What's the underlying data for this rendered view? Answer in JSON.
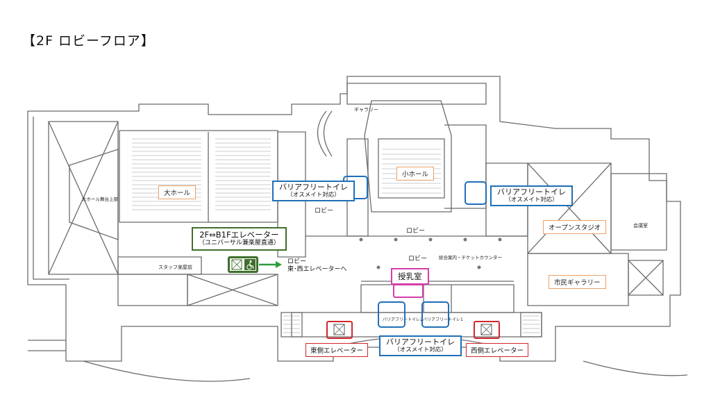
{
  "title": "【2F ロビーフロア】",
  "rooms": {
    "large_hall": "大ホール",
    "small_hall": "小ホール",
    "open_studio": "オープンスタジオ",
    "citizen_gallery": "市民ギャラリー"
  },
  "floor_labels": {
    "lobby_a": "ロビー",
    "lobby_b": "ロビー",
    "lobby_c": "ロビー",
    "gallery": "ギャラリー",
    "staff_room": "スタッフ楽屋前",
    "stage": "大ホール舞台上部",
    "general_counter": "総合案内・チケットカウンター",
    "meeting_room": "会議室",
    "bf_toilet_left": "バリアフリートイレ2",
    "bf_toilet_right": "バリアフリートイレ1"
  },
  "barrier_free_toilets": [
    {
      "label": "バリアフリートイレ",
      "note": "（オスメイト対応）"
    },
    {
      "label": "バリアフリートイレ",
      "note": "（オスメイト対応）"
    },
    {
      "label": "バリアフリートイレ",
      "note": "（オスメイト対応）"
    }
  ],
  "elevators": {
    "east": "東側エレベーター",
    "west": "西側エレベーター",
    "universal_label": "2F⇔B1Fエレベーター",
    "universal_note": "（ユニバーサル兼楽屋直通）"
  },
  "nursing_room": "授乳室",
  "lobby_destination": {
    "line1": "ロビー",
    "line2": "東･西エレベーターへ"
  },
  "icons": {
    "elevator": "elevator-icon",
    "wheelchair": "wheelchair-icon",
    "arrow": "arrow-right-icon"
  },
  "colors": {
    "barrier_free": "#1f6fb8",
    "elevator": "#d2262c",
    "universal_elevator": "#3f6e2b",
    "nursing": "#d63cab",
    "room_label": "#e8a06a"
  }
}
